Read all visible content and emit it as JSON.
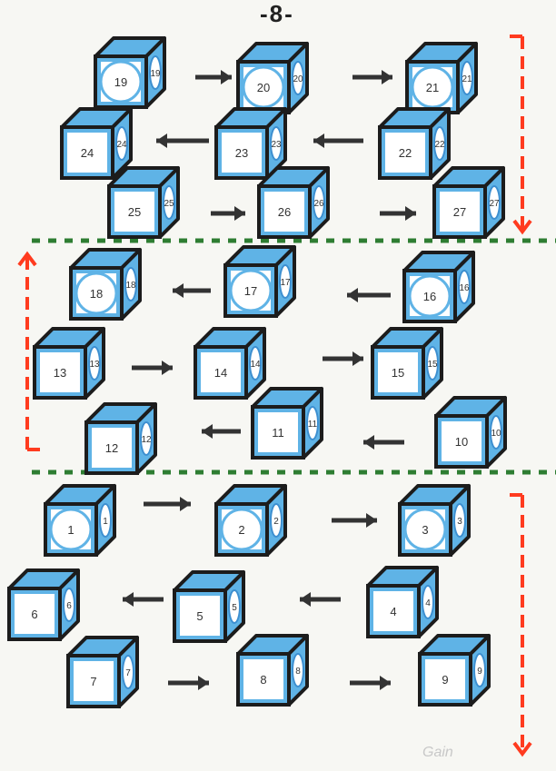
{
  "page_number": "-8-",
  "signature": "Gain",
  "colors": {
    "outline": "#1c1c1c",
    "face_fill": "#5fb3e6",
    "face_light": "#ffffff",
    "divider": "#2e7d32",
    "direction_arrow": "#ff3b1f",
    "move_arrow": "#333333"
  },
  "cubes": [
    {
      "number": "19"
    },
    {
      "number": "24"
    },
    {
      "number": "25"
    },
    {
      "number": "20"
    },
    {
      "number": "23"
    },
    {
      "number": "26"
    },
    {
      "number": "21"
    },
    {
      "number": "22"
    },
    {
      "number": "27"
    },
    {
      "number": "18"
    },
    {
      "number": "13"
    },
    {
      "number": "12"
    },
    {
      "number": "17"
    },
    {
      "number": "14"
    },
    {
      "number": "11"
    },
    {
      "number": "16"
    },
    {
      "number": "15"
    },
    {
      "number": "10"
    },
    {
      "number": "1"
    },
    {
      "number": "6"
    },
    {
      "number": "7"
    },
    {
      "number": "2"
    },
    {
      "number": "5"
    },
    {
      "number": "8"
    },
    {
      "number": "3"
    },
    {
      "number": "4"
    },
    {
      "number": "9"
    }
  ]
}
